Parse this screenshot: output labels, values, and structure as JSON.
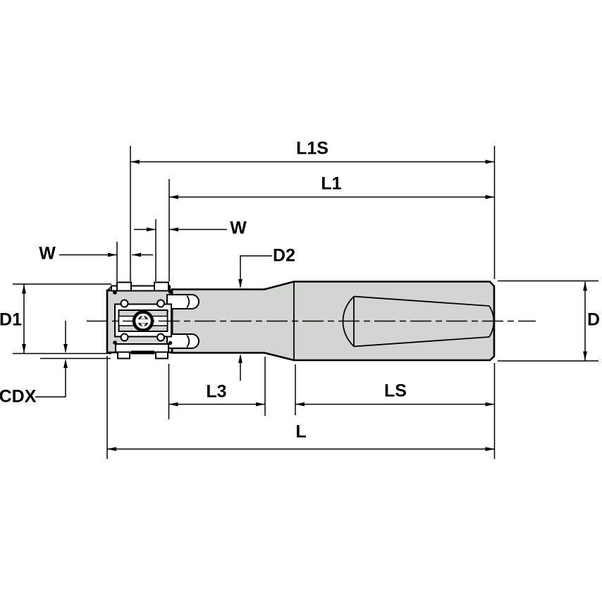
{
  "diagram": {
    "type": "engineering-dimension-drawing",
    "subject": "indexable-end-mill-side-view",
    "colors": {
      "body_fill": "#d3d5d3",
      "line": "#000000",
      "background": "#ffffff"
    },
    "dimension_labels": {
      "l1s": "L1S",
      "l1": "L1",
      "w_top": "W",
      "w_left": "W",
      "d2": "D2",
      "d1": "D1",
      "cdx": "CDX",
      "l3": "L3",
      "ls": "LS",
      "l": "L",
      "d": "D"
    }
  }
}
